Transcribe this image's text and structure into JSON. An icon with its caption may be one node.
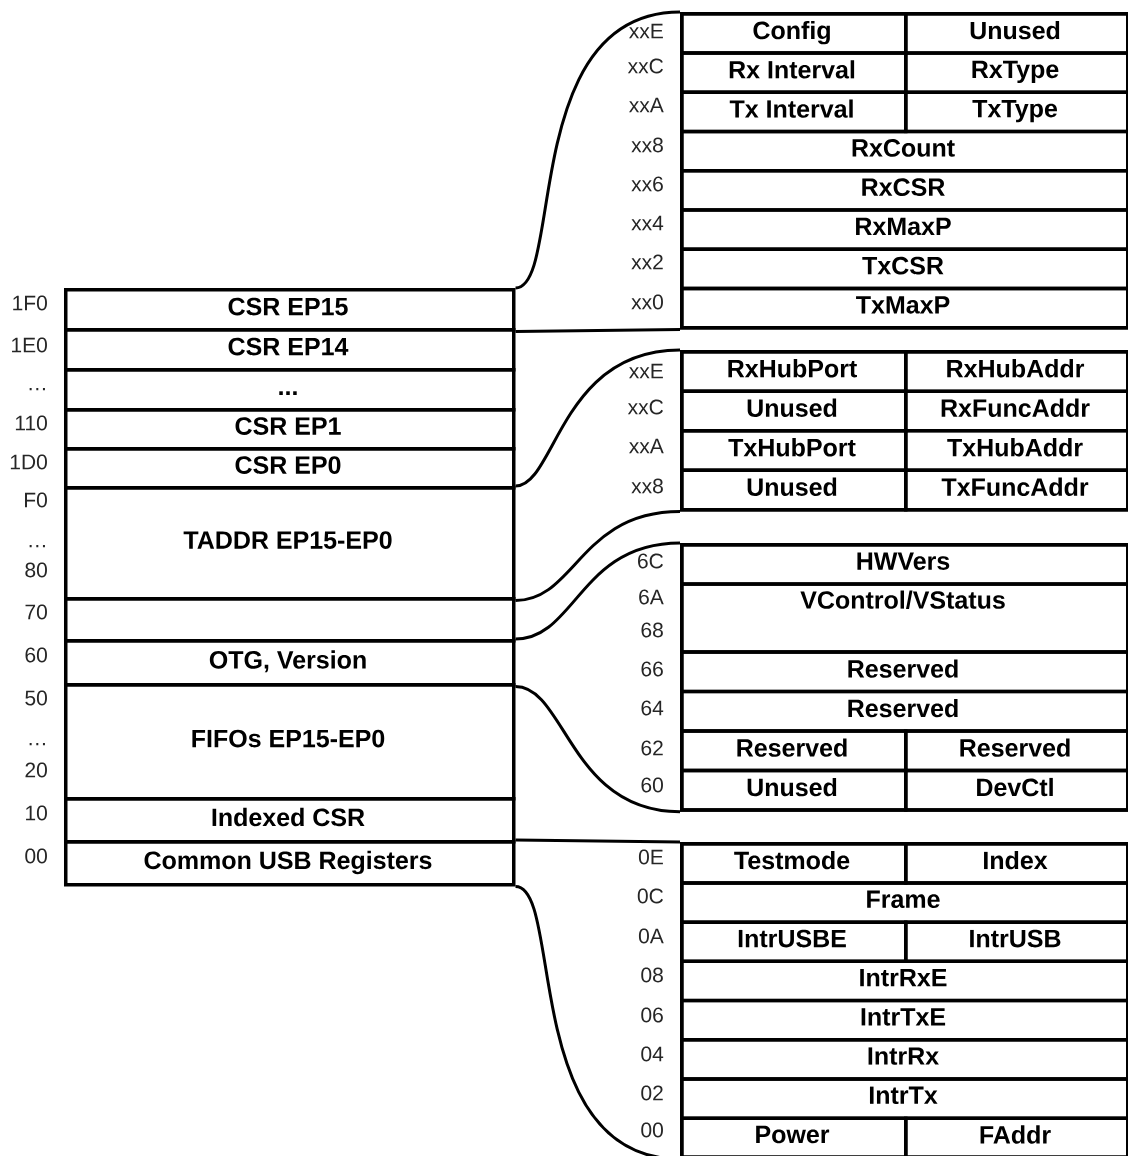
{
  "diagram": {
    "nodes": [
      {
        "text": [
          "CSR EP15"
        ]
      },
      {
        "text": [
          "CSR EP14"
        ]
      },
      {
        "text": [
          "..."
        ]
      },
      {
        "text": [
          "CSR EP1"
        ]
      },
      {
        "text": [
          "CSR EP0"
        ]
      },
      {
        "text": [
          "TADDR EP15-EP0"
        ]
      },
      {
        "text": [],
        "shape": "box"
      },
      {
        "text": [
          "OTG, Version"
        ]
      },
      {
        "text": [
          "FIFOs EP15-EP0"
        ]
      },
      {
        "text": [
          "Indexed CSR"
        ]
      },
      {
        "text": [
          "Common USB Registers"
        ]
      },
      {
        "text": [],
        "shape": "box"
      },
      {
        "text": [
          "Config"
        ],
        "in": 11
      },
      {
        "text": [
          "Unused"
        ],
        "in": 11
      },
      {
        "text": [
          "Rx Interval"
        ],
        "in": 11
      },
      {
        "text": [
          "RxType"
        ],
        "in": 11
      },
      {
        "text": [
          "Tx Interval"
        ],
        "in": 11
      },
      {
        "text": [
          "TxType"
        ],
        "in": 11
      },
      {
        "text": [
          "RxCount"
        ],
        "in": 11
      },
      {
        "text": [
          "RxCSR"
        ],
        "in": 11
      },
      {
        "text": [
          "RxMaxP"
        ],
        "in": 11
      },
      {
        "text": [
          "TxCSR"
        ],
        "in": 11
      },
      {
        "text": [
          "TxMaxP"
        ],
        "in": 11
      },
      {
        "text": [],
        "shape": "box"
      },
      {
        "text": [
          "RxHubPort"
        ],
        "in": 23
      },
      {
        "text": [
          "RxHubAddr"
        ],
        "in": 23
      },
      {
        "text": [
          "Unused"
        ],
        "in": 23
      },
      {
        "text": [
          "RxFuncAddr"
        ],
        "in": 23
      },
      {
        "text": [
          "TxHubPort"
        ],
        "in": 23
      },
      {
        "text": [
          "TxHubAddr"
        ],
        "in": 23
      },
      {
        "text": [
          "Unused"
        ],
        "in": 23
      },
      {
        "text": [
          "TxFuncAddr"
        ],
        "in": 23
      },
      {
        "text": [],
        "shape": "box"
      },
      {
        "text": [
          "HWVers"
        ],
        "in": 32
      },
      {
        "text": [
          "VControl/VStatus"
        ],
        "in": 32
      },
      {
        "text": [
          "Reserved"
        ],
        "in": 32
      },
      {
        "text": [
          "Reserved"
        ],
        "in": 32
      },
      {
        "text": [
          "Reserved"
        ],
        "in": 32
      },
      {
        "text": [
          "Reserved"
        ],
        "in": 32
      },
      {
        "text": [
          "Unused"
        ],
        "in": 32
      },
      {
        "text": [
          "DevCtl"
        ],
        "in": 32
      },
      {
        "text": [],
        "shape": "box"
      },
      {
        "text": [
          "Testmode"
        ],
        "in": 41
      },
      {
        "text": [
          "Index"
        ],
        "in": 41
      },
      {
        "text": [
          "Frame"
        ],
        "in": 41
      },
      {
        "text": [
          "IntrUSBE"
        ],
        "in": 41
      },
      {
        "text": [
          "IntrUSB"
        ],
        "in": 41
      },
      {
        "text": [
          "IntrRxE"
        ],
        "in": 41
      },
      {
        "text": [
          "IntrTxE"
        ],
        "in": 41
      },
      {
        "text": [
          "IntrRx"
        ],
        "in": 41
      },
      {
        "text": [
          "IntrTx"
        ],
        "in": 41
      },
      {
        "text": [
          "Power"
        ],
        "in": 41
      },
      {
        "text": [
          "FAddr"
        ],
        "in": 41
      }
    ],
    "edges": [
      {
        "from": 0,
        "to": 11,
        "arrow": "none"
      },
      {
        "from": 0,
        "to": 11,
        "arrow": "none"
      },
      {
        "from": 5,
        "to": 23,
        "arrow": "none"
      },
      {
        "from": 5,
        "to": 23,
        "arrow": "none"
      },
      {
        "from": 7,
        "to": 32,
        "arrow": "none"
      },
      {
        "from": 7,
        "to": 32,
        "arrow": "none"
      },
      {
        "from": 10,
        "to": 41,
        "arrow": "none"
      },
      {
        "from": 10,
        "to": 41,
        "arrow": "none"
      }
    ],
    "labels": [
      "1F0",
      "1E0",
      "…",
      "110",
      "1D0",
      "F0",
      "…",
      "80",
      "70",
      "60",
      "50",
      "…",
      "20",
      "10",
      "00",
      "xxE",
      "xxC",
      "xxA",
      "xx8",
      "xx6",
      "xx4",
      "xx2",
      "xx0",
      "xxE",
      "xxC",
      "xxA",
      "xx8",
      "6C",
      "6A",
      "68",
      "66",
      "64",
      "62",
      "60",
      "0E",
      "0C",
      "0A",
      "08",
      "06",
      "04",
      "02",
      "00"
    ]
  }
}
